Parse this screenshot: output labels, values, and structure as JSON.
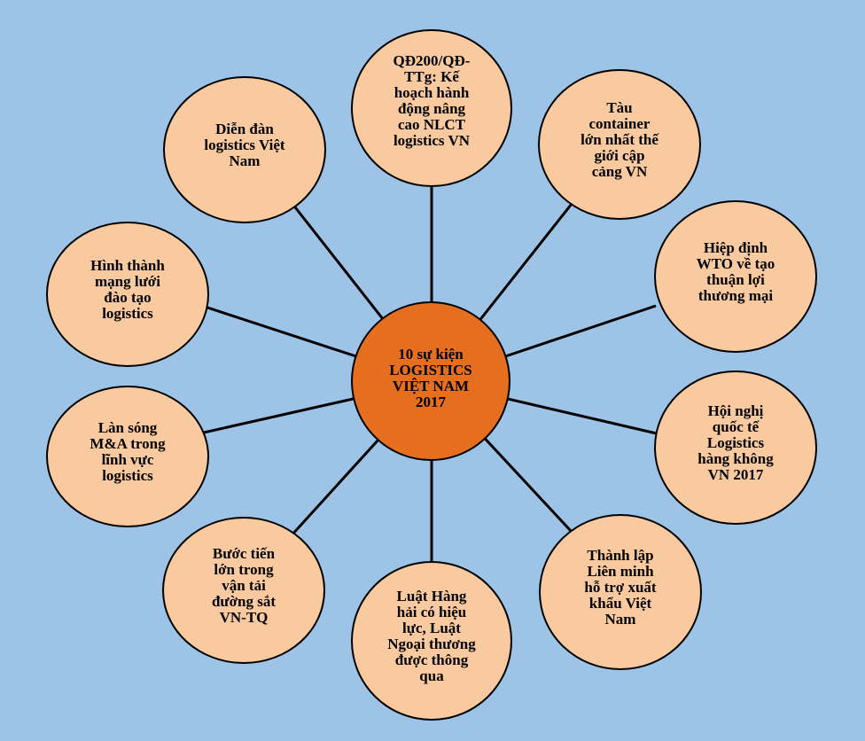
{
  "center": {
    "label": "10 sự kiện\nLOGISTICS\nVIỆT NAM\n2017"
  },
  "events": [
    {
      "id": "qd200",
      "label": "QĐ200/QĐ-\nTTg: Kế\nhoạch hành\nđộng nâng\ncao NLCT\nlogistics VN"
    },
    {
      "id": "tau-container",
      "label": "Tàu\ncontainer\nlớn nhất thế\ngiới cập\ncảng VN"
    },
    {
      "id": "hiep-dinh-wto",
      "label": "Hiệp định\nWTO về tạo\nthuận lợi\nthương mại"
    },
    {
      "id": "hoi-nghi",
      "label": "Hội nghị\nquốc tế\nLogistics\nhàng không\nVN 2017"
    },
    {
      "id": "lien-minh",
      "label": "Thành lập\nLiên minh\nhỗ trợ xuất\nkhẩu Việt\nNam"
    },
    {
      "id": "luat-hang-hai",
      "label": "Luật Hàng\nhải có hiệu\nlực, Luật\nNgoại thương\nđược thông\nqua"
    },
    {
      "id": "duong-sat",
      "label": "Bước tiến\nlớn trong\nvận tải\nđường sắt\nVN-TQ"
    },
    {
      "id": "ma",
      "label": "Làn sóng\nM&A trong\nlĩnh vực\nlogistics"
    },
    {
      "id": "dao-tao",
      "label": "Hình thành\nmạng lưới\nđào tạo\nlogistics"
    },
    {
      "id": "dien-dan",
      "label": "Diễn đàn\nlogistics Việt\nNam"
    }
  ]
}
